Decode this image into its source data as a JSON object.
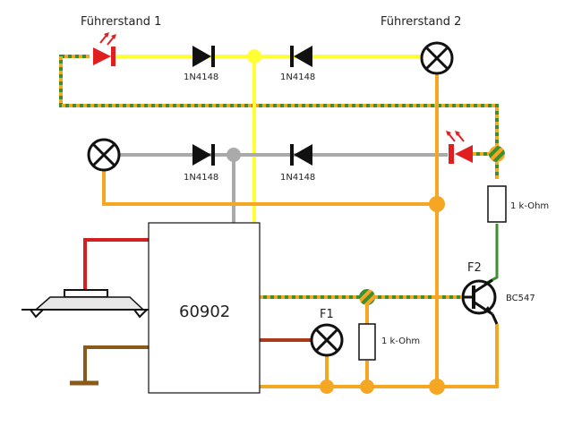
{
  "labels": {
    "cab1": "Führerstand 1",
    "cab2": "Führerstand 2",
    "d1": "1N4148",
    "d2": "1N4148",
    "d3": "1N4148",
    "d4": "1N4148",
    "ic": "60902",
    "f1": "F1",
    "f2": "F2",
    "r1": "1 k-Ohm",
    "r2": "1 k-Ohm",
    "transistor": "BC547"
  },
  "colors": {
    "yellow_wire": "#ffff33",
    "gray_wire": "#aaaaaa",
    "orange_wire": "#f5a623",
    "green_wire": "#3c8f2f",
    "red_wire": "#d22020",
    "brown_wire": "#8b5a1a",
    "led": "#e02020",
    "diode": "#111111"
  },
  "icons": {
    "lamp": "lamp-cross-circle",
    "led": "led-with-arrows",
    "diode": "diode-triangle-bar",
    "resistor": "resistor-box",
    "transistor": "npn-transistor",
    "speaker": "speaker-cone",
    "ground": "ground-bar",
    "junction": "junction-dot"
  }
}
